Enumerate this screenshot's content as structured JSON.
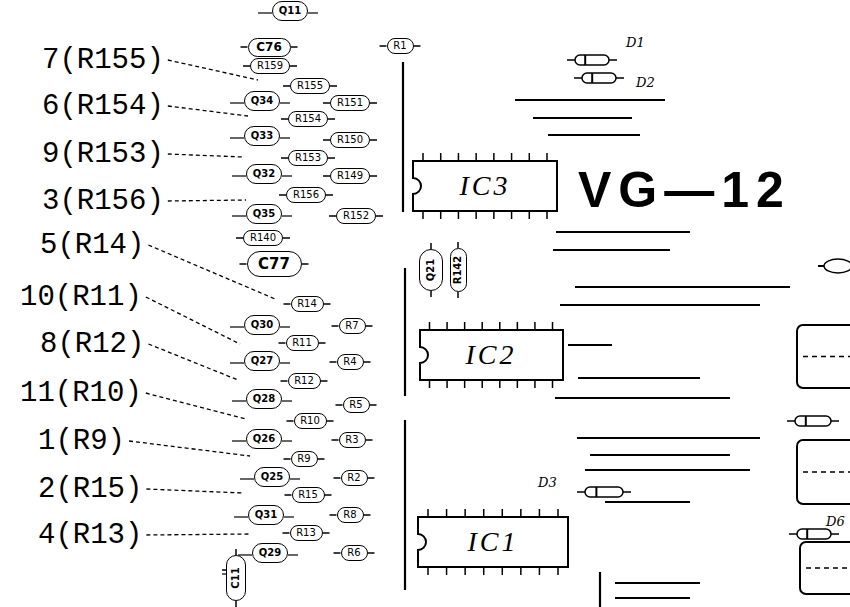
{
  "diagram": {
    "nodes": [
      {
        "text": [
          "Q11"
        ]
      },
      {
        "text": [
          "C76"
        ]
      },
      {
        "text": [
          "R1"
        ]
      },
      {
        "text": [
          "R159"
        ]
      },
      {
        "text": [
          "R155"
        ]
      },
      {
        "text": [
          "Q34"
        ]
      },
      {
        "text": [
          "R151"
        ]
      },
      {
        "text": [
          "R154"
        ]
      },
      {
        "text": [
          "Q33"
        ]
      },
      {
        "text": [
          "R150"
        ]
      },
      {
        "text": [
          "R153"
        ]
      },
      {
        "text": [
          "IC3"
        ]
      },
      {
        "text": [
          "Q32"
        ]
      },
      {
        "text": [
          "R149"
        ]
      },
      {
        "text": [
          "R156"
        ]
      },
      {
        "text": [
          "Q35"
        ]
      },
      {
        "text": [
          "R152"
        ]
      },
      {
        "text": [
          "R140"
        ]
      },
      {
        "text": [
          "C77"
        ]
      },
      {
        "text": [
          "Q21"
        ]
      },
      {
        "text": [
          "R142"
        ]
      },
      {
        "text": [
          "R14"
        ]
      },
      {
        "text": [
          "Q30"
        ]
      },
      {
        "text": [
          "R7"
        ]
      },
      {
        "text": [
          "R11"
        ]
      },
      {
        "text": [
          "Q27"
        ]
      },
      {
        "text": [
          "R4"
        ]
      },
      {
        "text": [
          "IC2"
        ]
      },
      {
        "text": [
          "R12"
        ]
      },
      {
        "text": [
          "Q28"
        ]
      },
      {
        "text": [
          "R5"
        ]
      },
      {
        "text": [
          "R10"
        ]
      },
      {
        "text": [
          "Q26"
        ]
      },
      {
        "text": [
          "R3"
        ]
      },
      {
        "text": [
          "R9"
        ]
      },
      {
        "text": [
          "Q25"
        ]
      },
      {
        "text": [
          "R2"
        ]
      },
      {
        "text": [
          "R15"
        ]
      },
      {
        "text": [
          "Q31"
        ]
      },
      {
        "text": [
          "R8"
        ]
      },
      {
        "text": [
          "IC1"
        ]
      },
      {
        "text": [
          "R13"
        ]
      },
      {
        "text": [
          "Q29"
        ]
      },
      {
        "text": [
          "R6"
        ]
      },
      {
        "text": [
          "C11"
        ]
      }
    ],
    "labels": [
      "7(R155)",
      "6(R154)",
      "9(R153)",
      "3(R156)",
      "5(R14)",
      "10(R11)",
      "8(R12)",
      "11(R10)",
      "1(R9)",
      "2(R15)",
      "4(R13)",
      "VG—12",
      "D1",
      "D2",
      "D3",
      "D6"
    ]
  }
}
